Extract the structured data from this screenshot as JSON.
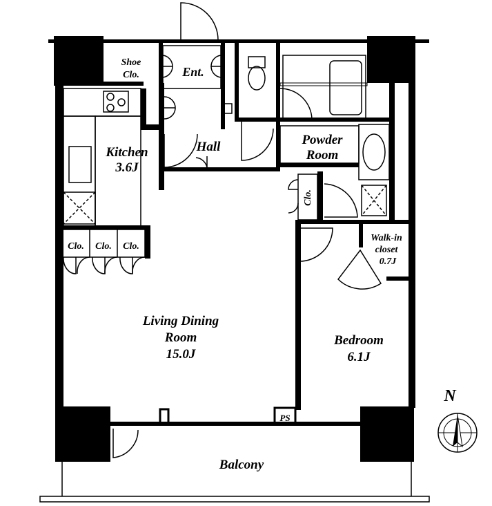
{
  "rooms": {
    "shoe_clo": [
      "Shoe",
      "Clo."
    ],
    "ent": "Ent.",
    "kitchen": [
      "Kitchen",
      "3.6J"
    ],
    "hall": "Hall",
    "powder": [
      "Powder",
      "Room"
    ],
    "clo_small": "Clo.",
    "clo_row": [
      "Clo.",
      "Clo.",
      "Clo."
    ],
    "walkin": [
      "Walk-in",
      "closet",
      "0.7J"
    ],
    "living": [
      "Living Dining",
      "Room",
      "15.0J"
    ],
    "bedroom": [
      "Bedroom",
      "6.1J"
    ],
    "ps": "PS",
    "balcony": "Balcony"
  },
  "compass": {
    "label": "N"
  }
}
